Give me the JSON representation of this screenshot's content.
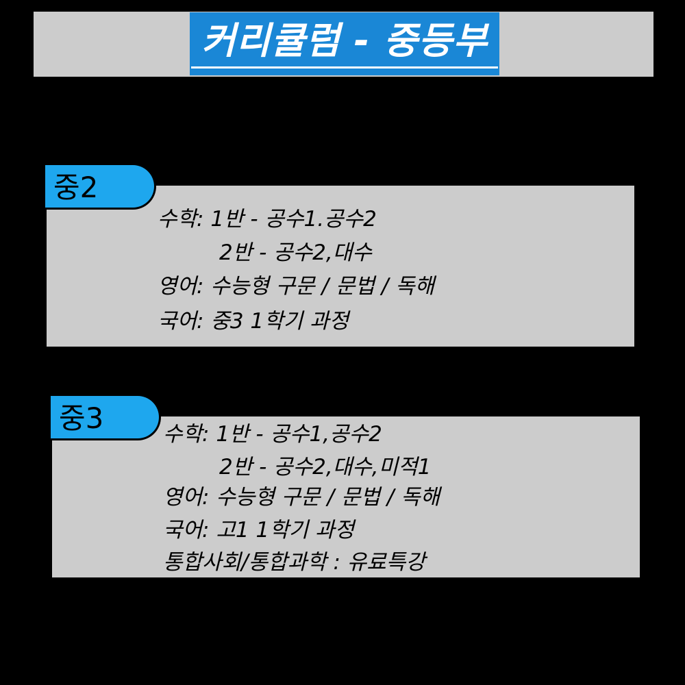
{
  "title": "커리큘럼 - 중등부",
  "sections": [
    {
      "tab": "중2",
      "lines": [
        "수학: 1반 - 공수1.공수2",
        "2반 - 공수2,대수",
        "영어: 수능형 구문 / 문법 / 독해",
        "국어: 중3 1학기 과정"
      ]
    },
    {
      "tab": "중3",
      "lines": [
        "수학: 1반 - 공수1,공수2",
        "2반 - 공수2,대수,미적1",
        "영어: 수능형 구문 / 문법 / 독해",
        "국어: 고1 1학기 과정",
        "통합사회/통합과학 : 유료특강"
      ]
    }
  ],
  "colors": {
    "background": "#000000",
    "panel": "#cccccc",
    "title_box": "#1a87d6",
    "tab": "#1ea7ee",
    "title_text": "#ffffff"
  }
}
